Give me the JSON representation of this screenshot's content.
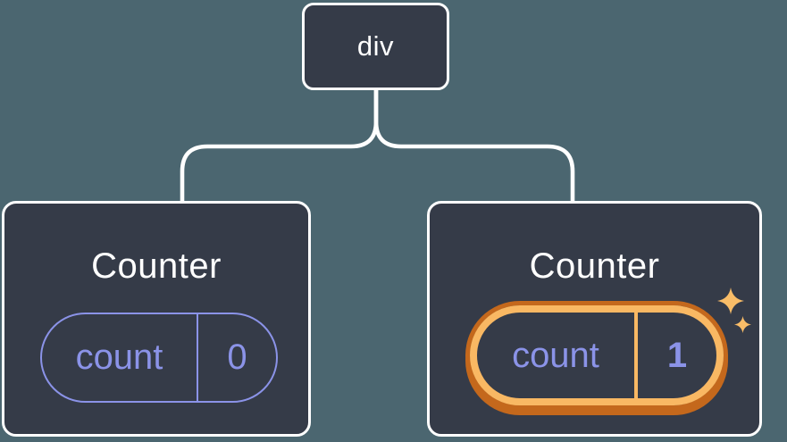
{
  "diagram": {
    "description": "component tree with state",
    "root": {
      "label": "div"
    },
    "children": [
      {
        "title": "Counter",
        "state_key": "count",
        "state_value": "0",
        "highlighted": false
      },
      {
        "title": "Counter",
        "state_key": "count",
        "state_value": "1",
        "highlighted": true,
        "icon": "sparkles-icon"
      }
    ]
  },
  "colors": {
    "background": "#4b6670",
    "node_fill": "#353b48",
    "node_border": "#ffffff",
    "connector": "#ffffff",
    "state_purple": "#8b93e8",
    "highlight_orange_light": "#f9b863",
    "highlight_orange_dark": "#c4681c",
    "sparkle": "#f9bd68"
  }
}
